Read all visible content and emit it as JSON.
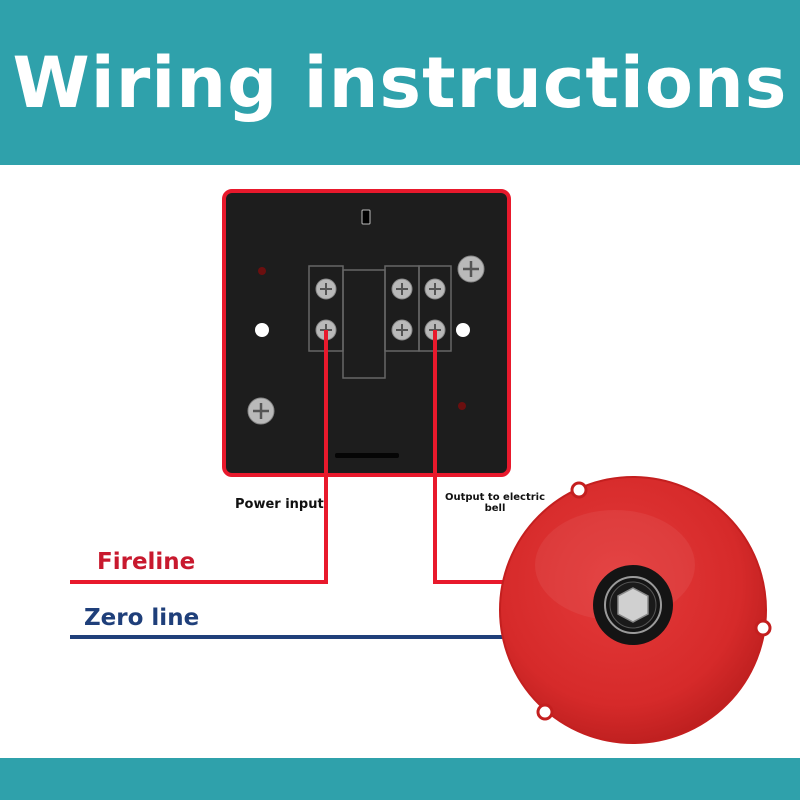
{
  "title": "Wiring instructions",
  "labels": {
    "power_input": "Power input",
    "output_to_bell": "Output to electric bell",
    "fireline": "Fireline",
    "zero_line": "Zero line"
  },
  "colors": {
    "banner": "#2fa1ab",
    "fireline": "#c8192e",
    "zero_line": "#1f3f7a",
    "wire": "#e8192c",
    "switch_body": "#1d1d1d",
    "switch_border": "#e8192c",
    "bell": "#d8282a"
  },
  "components": {
    "switch_box": "switch-box",
    "bell": "electric-bell"
  }
}
